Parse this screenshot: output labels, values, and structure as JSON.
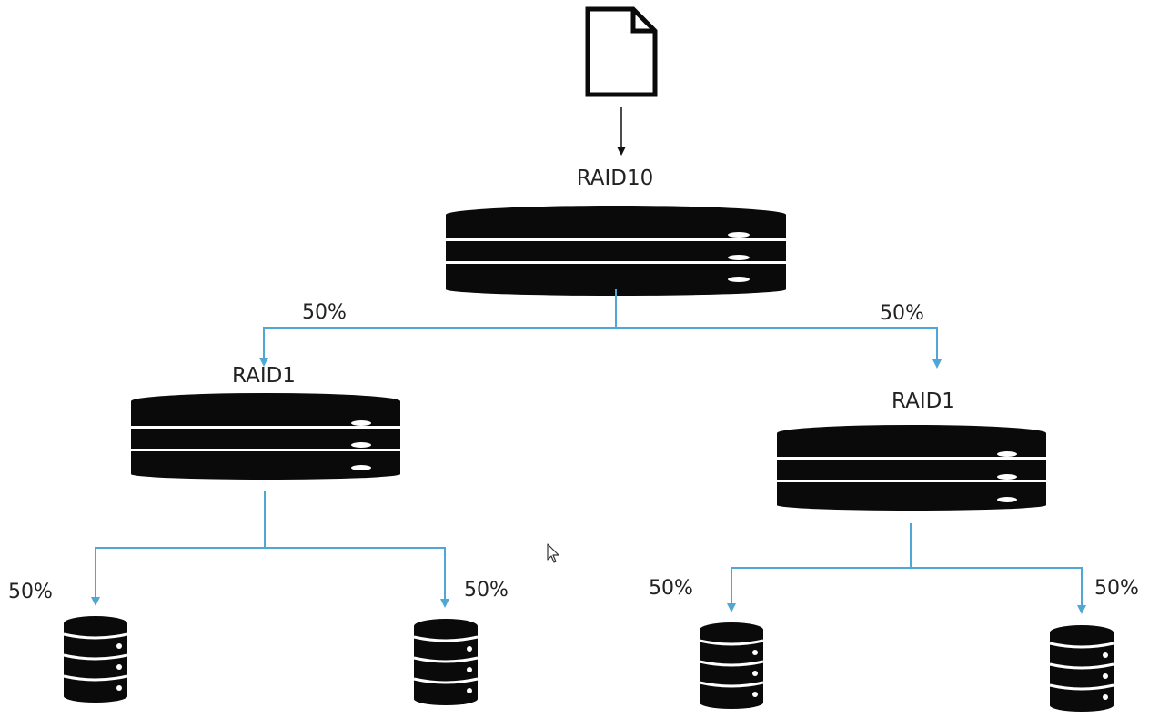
{
  "diagram": {
    "source_icon": "document-icon",
    "top_node": {
      "label": "RAID10",
      "icon": "server-stack-icon"
    },
    "split_left_label": "50%",
    "split_right_label": "50%",
    "mirror_left": {
      "label": "RAID1",
      "icon": "server-stack-icon"
    },
    "mirror_right": {
      "label": "RAID1",
      "icon": "server-stack-icon"
    },
    "disks": [
      {
        "label": "50%",
        "icon": "database-icon"
      },
      {
        "label": "50%",
        "icon": "database-icon"
      },
      {
        "label": "50%",
        "icon": "database-icon"
      },
      {
        "label": "50%",
        "icon": "database-icon"
      }
    ],
    "colors": {
      "connector": "#4ea7d4",
      "arrow_top": "#111111",
      "icon_fill": "#0a0a0a"
    }
  }
}
